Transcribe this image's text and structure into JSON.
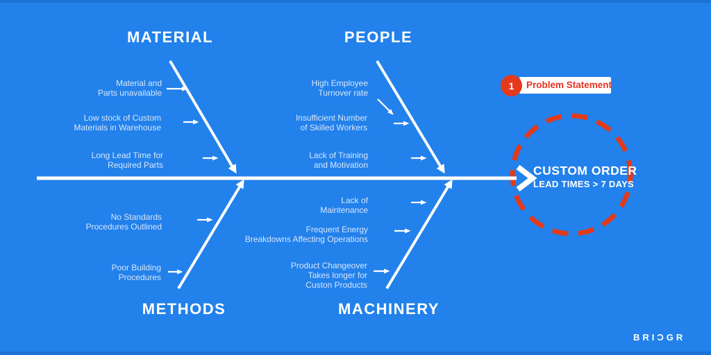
{
  "colors": {
    "background": "#2281EB",
    "edge_strip": "#1C73D4",
    "accent_red": "#E23A1B",
    "cause_text": "#D7E6FA",
    "white": "#FFFFFF"
  },
  "branches": [
    {
      "id": "material",
      "label": "MATERIAL",
      "position": "top-left",
      "causes": [
        {
          "text": "Material and\nParts unavailable"
        },
        {
          "text": "Low stock of Custom\nMaterials in Warehouse"
        },
        {
          "text": "Long Lead Time for\nRequired Parts"
        }
      ]
    },
    {
      "id": "people",
      "label": "PEOPLE",
      "position": "top-right",
      "causes": [
        {
          "text": "High Employee\nTurnover rate"
        },
        {
          "text": "Insufficient Number\nof Skilled Workers"
        },
        {
          "text": "Lack of Training\nand Motivation"
        }
      ]
    },
    {
      "id": "methods",
      "label": "METHODS",
      "position": "bottom-left",
      "causes": [
        {
          "text": "No Standards\nProcedures Outlined"
        },
        {
          "text": "Poor Building\nProcedures"
        }
      ]
    },
    {
      "id": "machinery",
      "label": "MACHINERY",
      "position": "bottom-right",
      "causes": [
        {
          "text": "Lack of\nMaintenance"
        },
        {
          "text": "Frequent Energy\nBreakdowns Affecting Operations"
        },
        {
          "text": "Product Changeover\nTakes longer for\nCuston Products"
        }
      ]
    }
  ],
  "effect": {
    "line1": "CUSTOM ORDER",
    "line2": "LEAD TIMES > 7 DAYS"
  },
  "problem_statement": {
    "number": "1",
    "label": "Problem Statement"
  },
  "logo": {
    "text": "BRIDGR",
    "display": "BRIƆGR"
  }
}
